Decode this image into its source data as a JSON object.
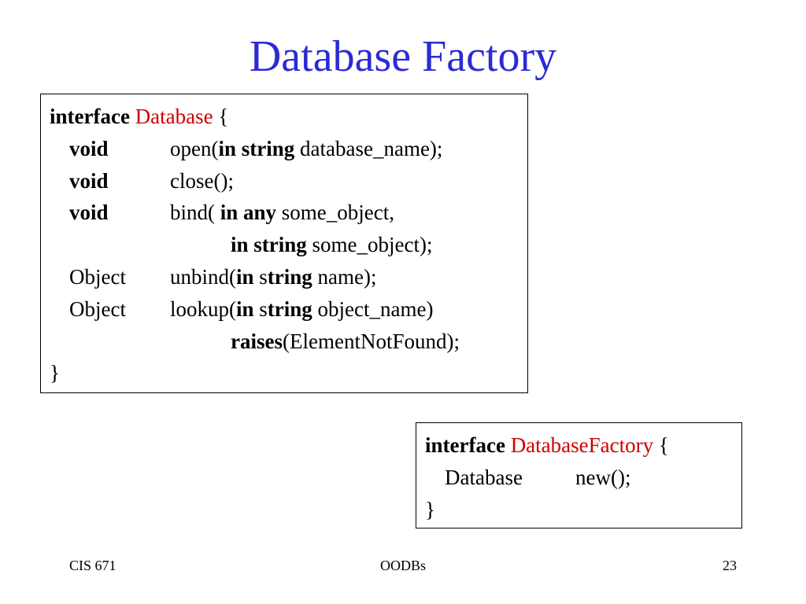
{
  "slide": {
    "title": "Database Factory"
  },
  "database_interface": {
    "keyword": "interface",
    "name": "Database",
    "open_brace": "{",
    "close_brace": "}",
    "lines": [
      {
        "ret": "void",
        "sig": [
          {
            "t": "open(",
            "b": false
          },
          {
            "t": "in string",
            "b": true
          },
          {
            "t": " database_name);",
            "b": false
          }
        ]
      },
      {
        "ret": "void",
        "sig": [
          {
            "t": "close();",
            "b": false
          }
        ]
      },
      {
        "ret": "void",
        "sig": [
          {
            "t": "bind( ",
            "b": false
          },
          {
            "t": "in any",
            "b": true
          },
          {
            "t": " some_object,",
            "b": false
          }
        ]
      },
      {
        "cont": [
          {
            "t": "in string",
            "b": true
          },
          {
            "t": " some_object);",
            "b": false
          }
        ]
      },
      {
        "ret": "Object",
        "sig": [
          {
            "t": "unbind(",
            "b": false
          },
          {
            "t": "in",
            "b": true
          },
          {
            "t": " s",
            "b": false
          },
          {
            "t": "tring",
            "b": true
          },
          {
            "t": " name);",
            "b": false
          }
        ]
      },
      {
        "ret": "Object",
        "sig": [
          {
            "t": "lookup(",
            "b": false
          },
          {
            "t": "in",
            "b": true
          },
          {
            "t": " s",
            "b": false
          },
          {
            "t": "tring",
            "b": true
          },
          {
            "t": " object_name)",
            "b": false
          }
        ]
      },
      {
        "cont": [
          {
            "t": "raises",
            "b": true
          },
          {
            "t": "(ElementNotFound);",
            "b": false
          }
        ]
      }
    ]
  },
  "factory_interface": {
    "keyword": "interface",
    "name": "DatabaseFactory",
    "open_brace": "{",
    "close_brace": "}",
    "method_ret": "Database",
    "method_sig": "new();"
  },
  "footer": {
    "left": "CIS 671",
    "center": "OODBs",
    "right": "23"
  },
  "colors": {
    "title": "#2b2bd6",
    "type_name": "#cc0000"
  }
}
